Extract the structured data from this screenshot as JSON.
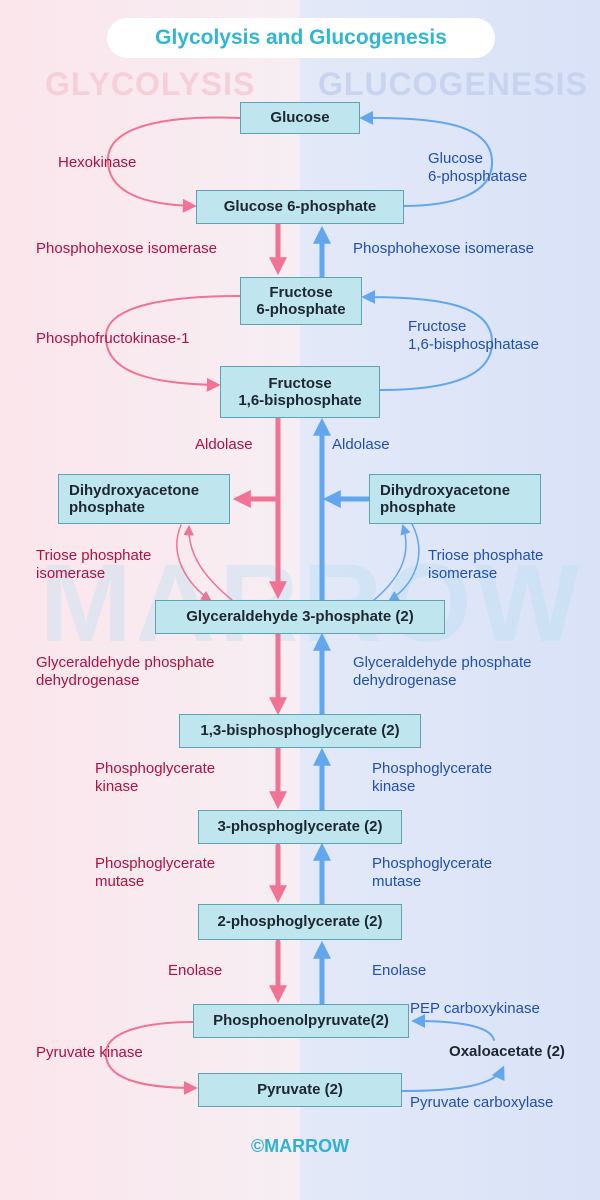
{
  "title": "Glycolysis and Glucogenesis",
  "sides": {
    "left": "GLYCOLYSIS",
    "right": "GLUCOGENESIS"
  },
  "watermark": "MARROW",
  "colors": {
    "glycolysis_arrow": "#f07396",
    "glucogenesis_arrow": "#62a6ee",
    "node_fill": "#bfe6ee",
    "title_text": "#31b6d3",
    "left_enzyme_text": "#b0113f",
    "right_enzyme_text": "#1f4fb3"
  },
  "nodes": {
    "glucose": "Glucose",
    "g6p": "Glucose 6-phosphate",
    "f6p": "Fructose\n6-phosphate",
    "f16bp": "Fructose\n1,6-bisphosphate",
    "dhap_left": "Dihydroxyacetone\nphosphate",
    "dhap_right": "Dihydroxyacetone\nphosphate",
    "g3p": "Glyceraldehyde 3-phosphate (2)",
    "bpg13": "1,3-bisphosphoglycerate (2)",
    "pg3": "3-phosphoglycerate (2)",
    "pg2": "2-phosphoglycerate (2)",
    "pep": "Phosphoenolpyruvate(2)",
    "oaa": "Oxaloacetate (2)",
    "pyruvate": "Pyruvate (2)"
  },
  "enzymes_left": {
    "hexokinase": "Hexokinase",
    "phi": "Phosphohexose isomerase",
    "pfk1": "Phosphofructokinase-1",
    "aldolase": "Aldolase",
    "tpi": "Triose phosphate\nisomerase",
    "gapdh": "Glyceraldehyde phosphate\ndehydrogenase",
    "pgk": "Phosphoglycerate\nkinase",
    "pgm": "Phosphoglycerate\nmutase",
    "enolase": "Enolase",
    "pk": "Pyruvate kinase"
  },
  "enzymes_right": {
    "g6pase": "Glucose\n6-phosphatase",
    "phi": "Phosphohexose isomerase",
    "fbpase": "Fructose\n1,6-bisphosphatase",
    "aldolase": "Aldolase",
    "tpi": "Triose phosphate\nisomerase",
    "gapdh": "Glyceraldehyde phosphate\ndehydrogenase",
    "pgk": "Phosphoglycerate\nkinase",
    "pgm": "Phosphoglycerate\nmutase",
    "enolase": "Enolase",
    "pepck": "PEP carboxykinase",
    "pc": "Pyruvate carboxylase"
  },
  "copyright": "©MARROW"
}
